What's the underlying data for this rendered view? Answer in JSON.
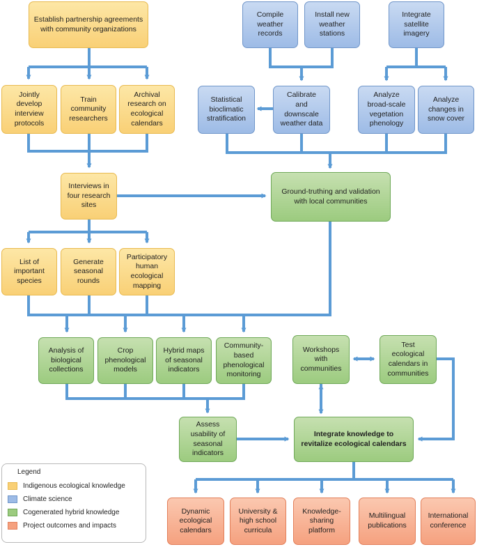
{
  "boxes": {
    "establish": "Establish partnership agreements\nwith community organizations",
    "jointly": "Jointly\ndevelop\ninterview\nprotocols",
    "train": "Train\ncommunity\nresearchers",
    "archival": "Archival\nresearch on\necological\ncalendars",
    "interviews": "Interviews in\nfour research\nsites",
    "list": "List of\nimportant\nspecies",
    "generate": "Generate\nseasonal\nrounds",
    "participatory": "Participatory\nhuman\necological\nmapping",
    "compile": "Compile\nweather\nrecords",
    "install": "Install new\nweather\nstations",
    "integrate_sat": "Integrate\nsatellite\nimagery",
    "statistical": "Statistical\nbioclimatic\nstratification",
    "calibrate": "Calibrate\nand\ndownscale\nweather data",
    "analyze_veg": "Analyze\nbroad-scale\nvegetation\nphenology",
    "analyze_snow": "Analyze\nchanges in\nsnow cover",
    "ground": "Ground-truthing and validation\nwith local communities",
    "analysis_bio": "Analysis of\nbiological\ncollections",
    "crop": "Crop\nphenological\nmodels",
    "hybrid": "Hybrid maps\nof seasonal\nindicators",
    "community": "Community-\nbased\nphenological\nmonitoring",
    "workshops": "Workshops\nwith\ncommunities",
    "test": "Test\necological\ncalendars in\ncommunities",
    "assess": "Assess\nusability of\nseasonal\nindicators",
    "integrate_knowledge": "Integrate knowledge to\nrevitalize ecological calendars",
    "dynamic": "Dynamic\necological\ncalendars",
    "university": "University &\nhigh school\ncurricula",
    "knowledge": "Knowledge-\nsharing\nplatform",
    "multilingual": "Multilingual\npublications",
    "international": "International\nconference"
  },
  "legend": {
    "title": "Legend",
    "items": [
      {
        "label": "Indigenous ecological knowledge",
        "color": "#f9d076"
      },
      {
        "label": "Climate science",
        "color": "#9dbbe6"
      },
      {
        "label": "Cogenerated hybrid knowledge",
        "color": "#9ccb7f"
      },
      {
        "label": "Project outcomes and impacts",
        "color": "#f5a17f"
      }
    ]
  },
  "colors": {
    "arrow": "#5b9bd5"
  }
}
